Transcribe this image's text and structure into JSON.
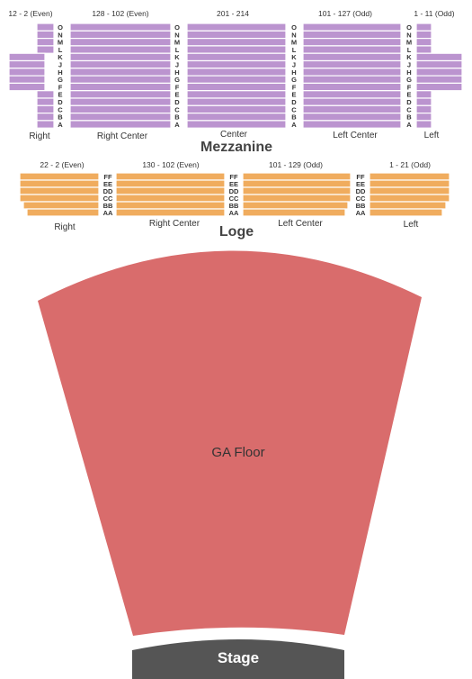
{
  "colors": {
    "mezzanine": "#bb94cf",
    "loge": "#f0ac5e",
    "floor": "#d96c6c",
    "stage": "#555555"
  },
  "mezzanine": {
    "label": "Mezzanine",
    "rows": [
      "O",
      "N",
      "M",
      "L",
      "K",
      "J",
      "H",
      "G",
      "F",
      "E",
      "D",
      "C",
      "B",
      "A"
    ],
    "sections": [
      {
        "name": "Right",
        "seats": "12 - 2 (Even)"
      },
      {
        "name": "Right Center",
        "seats": "128 - 102 (Even)"
      },
      {
        "name": "Center",
        "seats": "201 - 214"
      },
      {
        "name": "Left Center",
        "seats": "101 - 127 (Odd)"
      },
      {
        "name": "Left",
        "seats": "1 - 11 (Odd)"
      }
    ]
  },
  "loge": {
    "label": "Loge",
    "rows": [
      "FF",
      "EE",
      "DD",
      "CC",
      "BB",
      "AA"
    ],
    "sections": [
      {
        "name": "Right",
        "seats": "22 - 2 (Even)"
      },
      {
        "name": "Right Center",
        "seats": "130 - 102 (Even)"
      },
      {
        "name": "Left Center",
        "seats": "101 - 129 (Odd)"
      },
      {
        "name": "Left",
        "seats": "1 - 21 (Odd)"
      }
    ]
  },
  "floor": {
    "label": "GA Floor"
  },
  "stage": {
    "label": "Stage"
  }
}
